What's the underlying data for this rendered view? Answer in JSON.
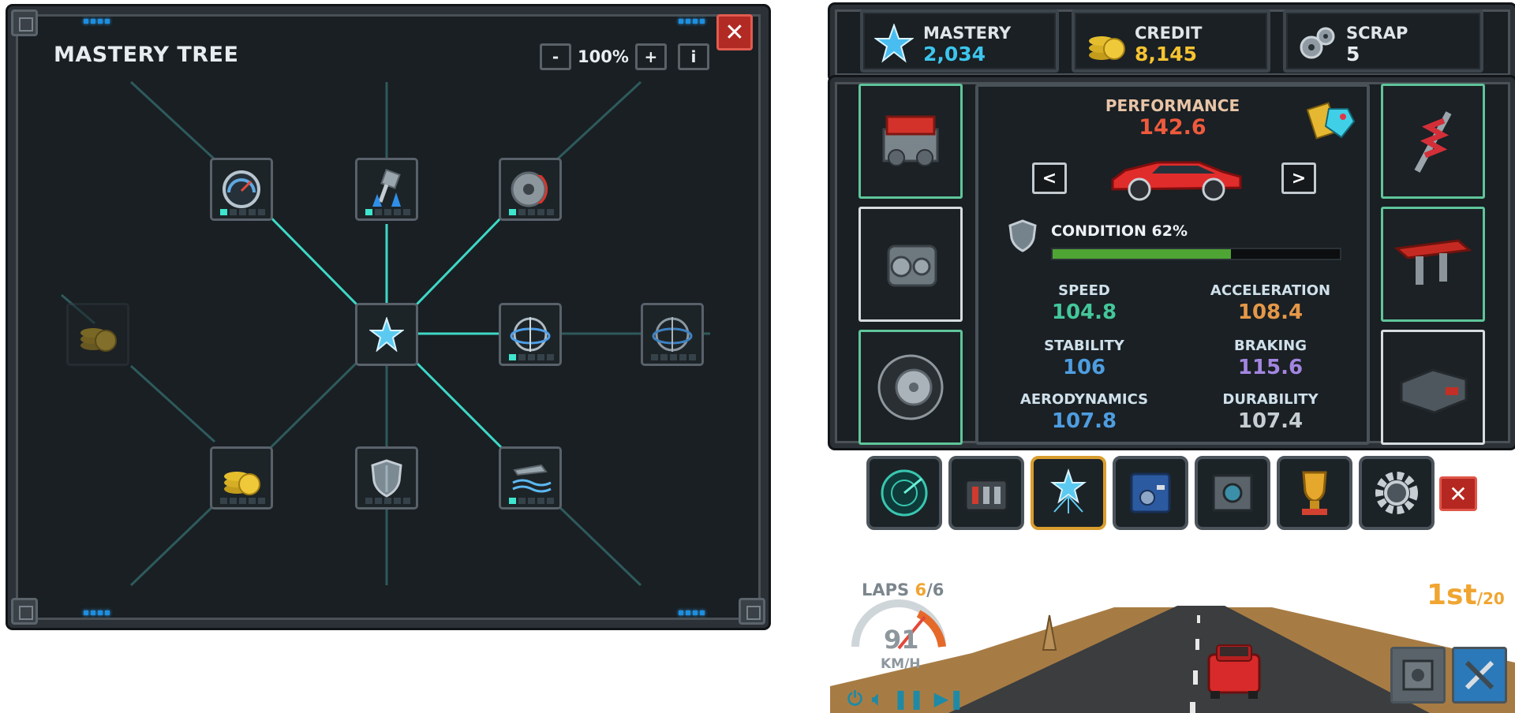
{
  "tree": {
    "title": "MASTERY TREE",
    "zoom_minus": "-",
    "zoom_level": "100%",
    "zoom_plus": "+",
    "info": "i",
    "close": "✕",
    "nodes": [
      {
        "name": "speedometer",
        "level": 1
      },
      {
        "name": "piston",
        "level": 1
      },
      {
        "name": "brake-disc",
        "level": 1
      },
      {
        "name": "center-star",
        "level": 0
      },
      {
        "name": "gyroscope",
        "level": 1
      },
      {
        "name": "gyroscope-locked",
        "level": 0
      },
      {
        "name": "coins-locked",
        "level": 0
      },
      {
        "name": "coins",
        "level": 0
      },
      {
        "name": "shield",
        "level": 0
      },
      {
        "name": "airflow",
        "level": 1
      }
    ]
  },
  "stats": {
    "mastery": {
      "label": "MASTERY",
      "value": "2,034",
      "color": "#3cc6ee"
    },
    "credit": {
      "label": "CREDIT",
      "value": "8,145",
      "color": "#f6c331"
    },
    "scrap": {
      "label": "SCRAP",
      "value": "5",
      "color": "#e6ecef"
    }
  },
  "car": {
    "performance_label": "PERFORMANCE",
    "performance_value": "142.6",
    "prev": "<",
    "next": ">",
    "condition_label": "CONDITION 62%",
    "condition_fraction": 0.62,
    "attributes": [
      {
        "label": "SPEED",
        "value": "104.8",
        "color": "#44c79a"
      },
      {
        "label": "ACCELERATION",
        "value": "108.4",
        "color": "#e59848"
      },
      {
        "label": "STABILITY",
        "value": "106",
        "color": "#4e9de0"
      },
      {
        "label": "BRAKING",
        "value": "115.6",
        "color": "#a386e0"
      },
      {
        "label": "AERODYNAMICS",
        "value": "107.8",
        "color": "#4e9de0"
      },
      {
        "label": "DURABILITY",
        "value": "107.4",
        "color": "#c6ced3"
      }
    ]
  },
  "toolbar": {
    "close": "✕"
  },
  "race": {
    "laps_label": "LAPS",
    "laps_current": "6",
    "laps_total": "/6",
    "speed": "91",
    "speed_unit": "KM/H",
    "position": "1st",
    "position_total": "/20"
  }
}
